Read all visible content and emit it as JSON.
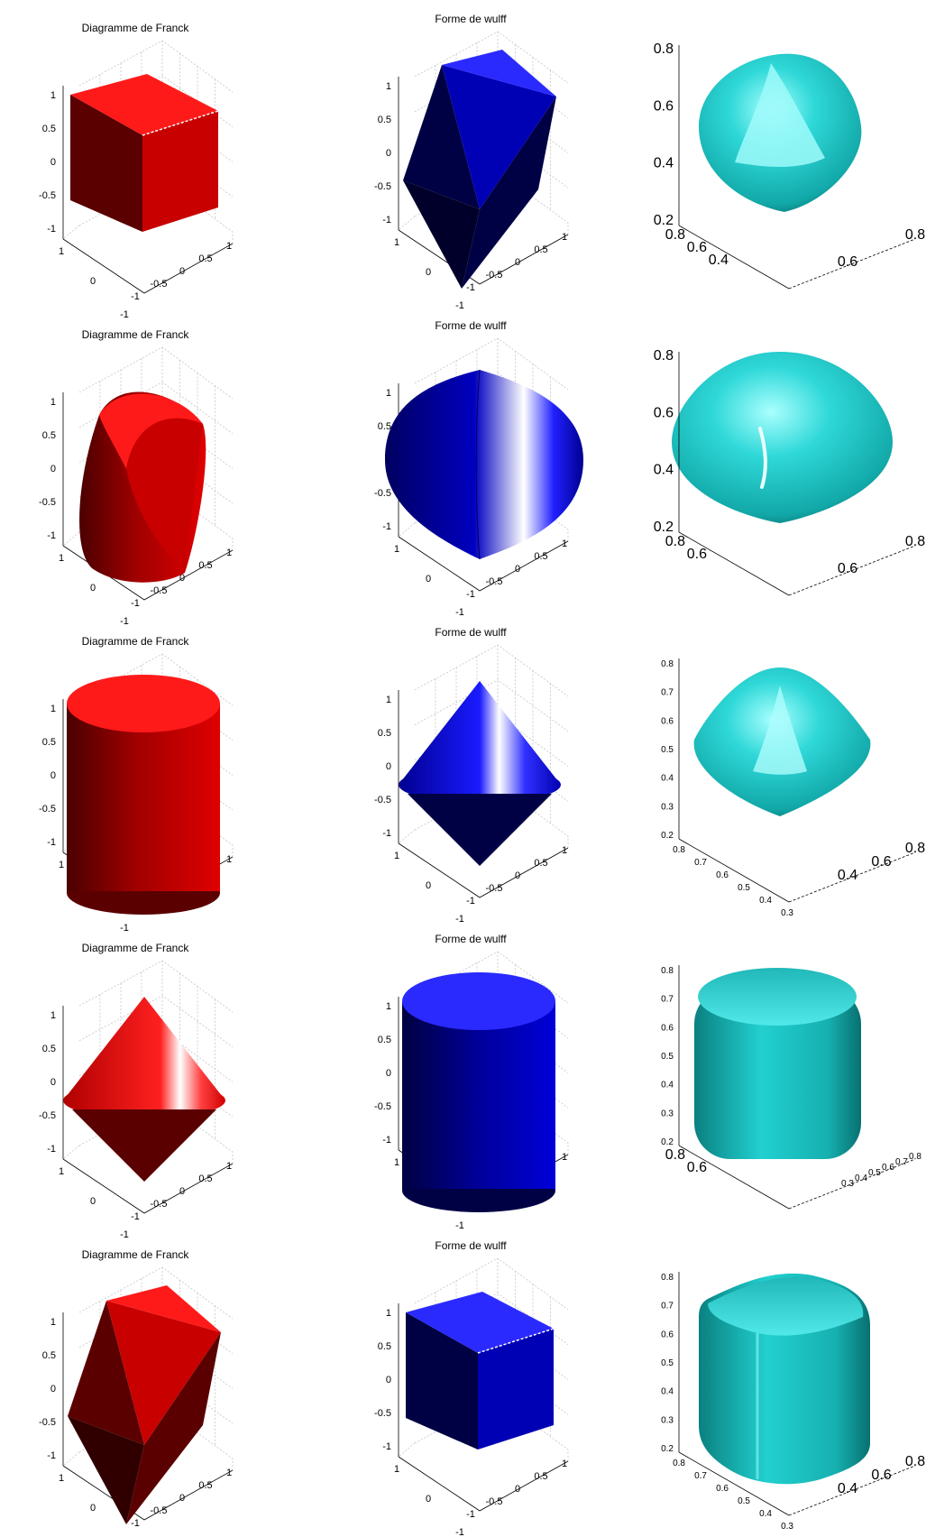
{
  "figure": {
    "rows": [
      {
        "frank": {
          "title": "Diagramme de Franck",
          "shape": "cube",
          "color": "red"
        },
        "wulff": {
          "title": "Forme de wulff",
          "shape": "octahedron",
          "color": "blue"
        },
        "render": {
          "shape": "rounded-octahedron",
          "z_ticks": [
            "0.2",
            "0.4",
            "0.6",
            "0.8"
          ],
          "left_ticks": [
            "0.8",
            "0.6",
            "0.4"
          ],
          "right_ticks": [
            "0.6",
            "0.8"
          ]
        }
      },
      {
        "frank": {
          "title": "Diagramme de Franck",
          "shape": "twisted-cylinder",
          "color": "red"
        },
        "wulff": {
          "title": "Forme de wulff",
          "shape": "double-lens",
          "color": "blue"
        },
        "render": {
          "shape": "rounded-lens",
          "z_ticks": [
            "0.2",
            "0.4",
            "0.6",
            "0.8"
          ],
          "left_ticks": [
            "0.8",
            "0.6"
          ],
          "right_ticks": [
            "0.6",
            "0.8"
          ]
        }
      },
      {
        "frank": {
          "title": "Diagramme de Franck",
          "shape": "cylinder",
          "color": "red"
        },
        "wulff": {
          "title": "Forme de wulff",
          "shape": "bicone",
          "color": "blue"
        },
        "render": {
          "shape": "rounded-bicone",
          "z_ticks": [
            "0.2",
            "0.3",
            "0.4",
            "0.5",
            "0.6",
            "0.7",
            "0.8"
          ],
          "left_ticks": [
            "0.8",
            "0.7",
            "0.6",
            "0.5",
            "0.4",
            "0.3"
          ],
          "right_ticks": [
            "0.4",
            "0.6",
            "0.8"
          ]
        }
      },
      {
        "frank": {
          "title": "Diagramme de Franck",
          "shape": "bicone",
          "color": "red"
        },
        "wulff": {
          "title": "Forme de wulff",
          "shape": "cylinder",
          "color": "blue"
        },
        "render": {
          "shape": "rounded-cylinder",
          "z_ticks": [
            "0.2",
            "0.3",
            "0.4",
            "0.5",
            "0.6",
            "0.7",
            "0.8"
          ],
          "left_ticks": [
            "0.8",
            "0.6"
          ],
          "right_ticks": [
            "0.3",
            "0.4",
            "0.5",
            "0.6",
            "0.7",
            "0.8"
          ]
        }
      },
      {
        "frank": {
          "title": "Diagramme de Franck",
          "shape": "octahedron",
          "color": "red"
        },
        "wulff": {
          "title": "Forme de wulff",
          "shape": "cube",
          "color": "blue"
        },
        "render": {
          "shape": "rounded-cube",
          "z_ticks": [
            "0.2",
            "0.3",
            "0.4",
            "0.5",
            "0.6",
            "0.7",
            "0.8"
          ],
          "left_ticks": [
            "0.8",
            "0.7",
            "0.6",
            "0.5",
            "0.4",
            "0.3"
          ],
          "right_ticks": [
            "0.4",
            "0.6",
            "0.8"
          ]
        }
      }
    ],
    "axis_ticks": {
      "z": [
        "1",
        "0.5",
        "0",
        "-0.5",
        "-1"
      ],
      "y": [
        "1",
        "0",
        "-1"
      ],
      "x": [
        "-1",
        "-0.5",
        "0",
        "0.5",
        "1"
      ]
    },
    "colors": {
      "red_light": "#ff1a1a",
      "red_mid": "#c80000",
      "red_dark": "#5a0000",
      "blue_light": "#2a2aff",
      "blue_mid": "#0000b4",
      "blue_dark": "#000045",
      "cyan_light": "#7ff5f5",
      "cyan_mid": "#1ec8c8",
      "cyan_dark": "#0a6e6e"
    }
  }
}
